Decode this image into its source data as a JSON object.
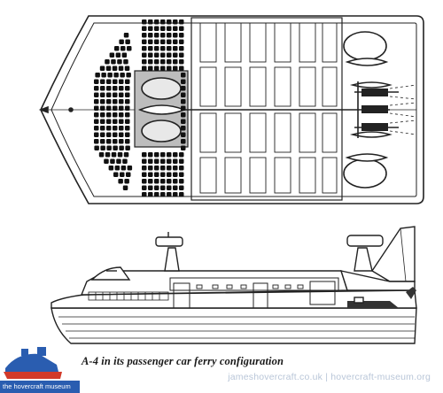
{
  "caption": "A-4 in its passenger car ferry configuration",
  "credit": "jameshovercraft.co.uk | hovercraft-museum.org",
  "logo": {
    "text": "the hovercraft museum",
    "icon": "hovercraft-museum-logo",
    "colors": {
      "blue": "#2a5db0",
      "red": "#d23a2a"
    }
  }
}
